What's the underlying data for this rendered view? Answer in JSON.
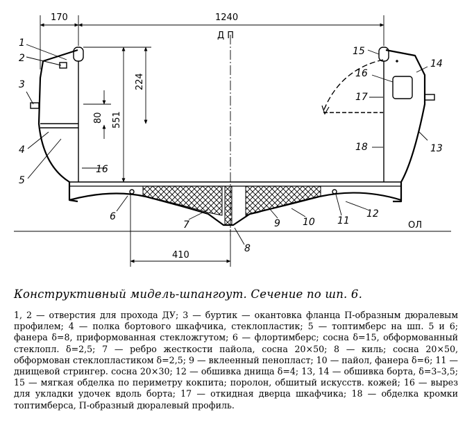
{
  "diagram": {
    "dimensions": {
      "left_offset": "170",
      "beam": "1240",
      "hatch_height": "224",
      "depth": "551",
      "shelf_gap": "80",
      "half_width_bottom": "410"
    },
    "centerline_label": "Д П",
    "waterline_label": "ОЛ",
    "callouts": [
      "1",
      "2",
      "3",
      "4",
      "5",
      "6",
      "7",
      "8",
      "9",
      "10",
      "11",
      "12",
      "13",
      "14",
      "15",
      "16",
      "17",
      "18",
      "16"
    ]
  },
  "caption": {
    "title": "Конструктивный мидель-шпангоут. Сечение по шп. 6.",
    "body": "1, 2 — отверстия для прохода ДУ; 3 — буртик — окантовка фланца П-образным дюралевым профилем; 4 — полка бортового шкафчика, стеклопластик; 5 — топтимберс на шп. 5 и 6; фанера δ=8, приформованная стекложгутом; 6 — флортимберс; сосна δ=15, обформованный стеклопл. δ=2,5; 7 — ребро жесткости пайола, сосна 20×50; 8 — киль; сосна 20×50, обформован стеклопластиком δ=2,5; 9 — вклеенный пенопласт; 10 — пайол, фанера δ=6; 11 — днищевой стрингер. сосна 20×30; 12 — обшивка днища δ=4; 13, 14 — обшивка борта, δ=3–3,5; 15 — мягкая обделка по периметру кокпита; поролон, обшитый искусств. кожей; 16 — вырез для укладки удочек вдоль борта; 17 — откидная дверца шкафчика; 18 — обделка кромки топтимберса, П-образный дюралевый профиль."
  }
}
